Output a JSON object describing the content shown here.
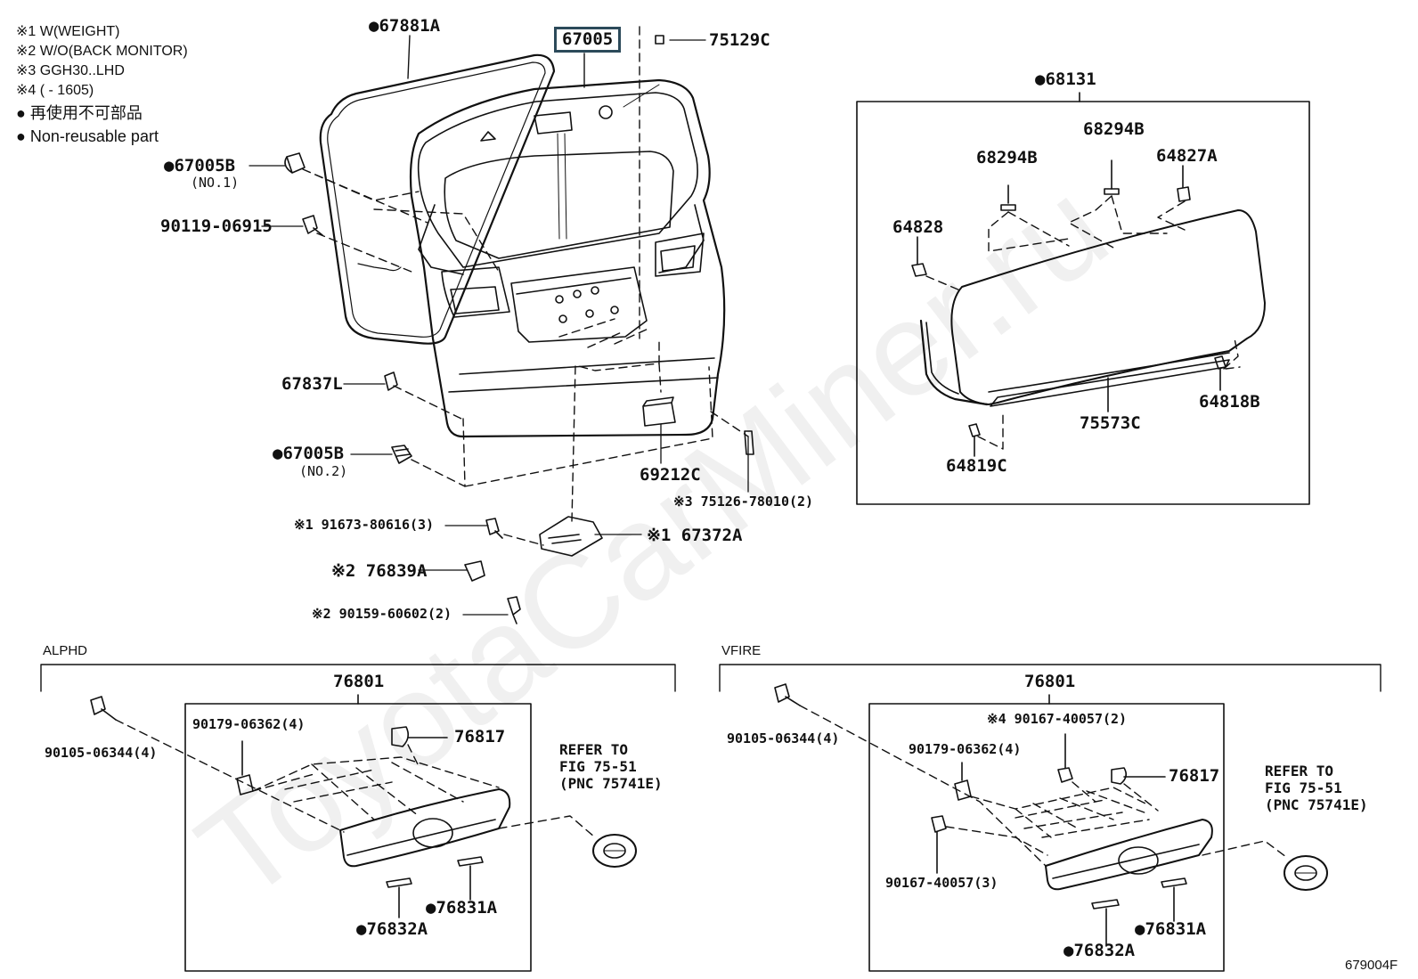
{
  "notes": [
    "※1 W(WEIGHT)",
    "※2 W/O(BACK MONITOR)",
    "※3 GGH30..LHD",
    "※4 (     - 1605)",
    "● 再使用不可部品",
    "● Non-reusable part"
  ],
  "watermark": "ToyotaCarMiner.ru",
  "main_labels": {
    "p67881A": "●67881A",
    "p67005": "67005",
    "p75129C": "75129C",
    "p67005B_1": "●67005B",
    "no1": "(NO.1)",
    "p90119": "90119-06915",
    "p67837L": "67837L",
    "p67005B_2": "●67005B",
    "no2": "(NO.2)",
    "p69212C": "69212C",
    "p75126": "※3 75126-78010(2)",
    "p91673": "※1 91673-80616(3)",
    "p67372A": "※1 67372A",
    "p76839A": "※2 76839A",
    "p90159": "※2 90159-60602(2)"
  },
  "inset_labels": {
    "p68131": "●68131",
    "p68294B_a": "68294B",
    "p68294B_b": "68294B",
    "p64827A": "64827A",
    "p64828": "64828",
    "p64818B": "64818B",
    "p75573C": "75573C",
    "p64819C": "64819C"
  },
  "alphd": {
    "title": "ALPHD",
    "assembly": "76801",
    "p90105": "90105-06344(4)",
    "p90179": "90179-06362(4)",
    "p76817": "76817",
    "p76831A": "●76831A",
    "p76832A": "●76832A",
    "refer": "REFER TO\nFIG 75-51\n(PNC 75741E)"
  },
  "vfire": {
    "title": "VFIRE",
    "assembly": "76801",
    "p90105": "90105-06344(4)",
    "p90167_top": "※4 90167-40057(2)",
    "p90179": "90179-06362(4)",
    "p76817": "76817",
    "p90167_bot": "90167-40057(3)",
    "p76831A": "●76831A",
    "p76832A": "●76832A",
    "refer": "REFER TO\nFIG 75-51\n(PNC 75741E)"
  },
  "figure_code": "679004F",
  "colors": {
    "line": "#111111",
    "highlight_box": "#2c4a5a"
  }
}
